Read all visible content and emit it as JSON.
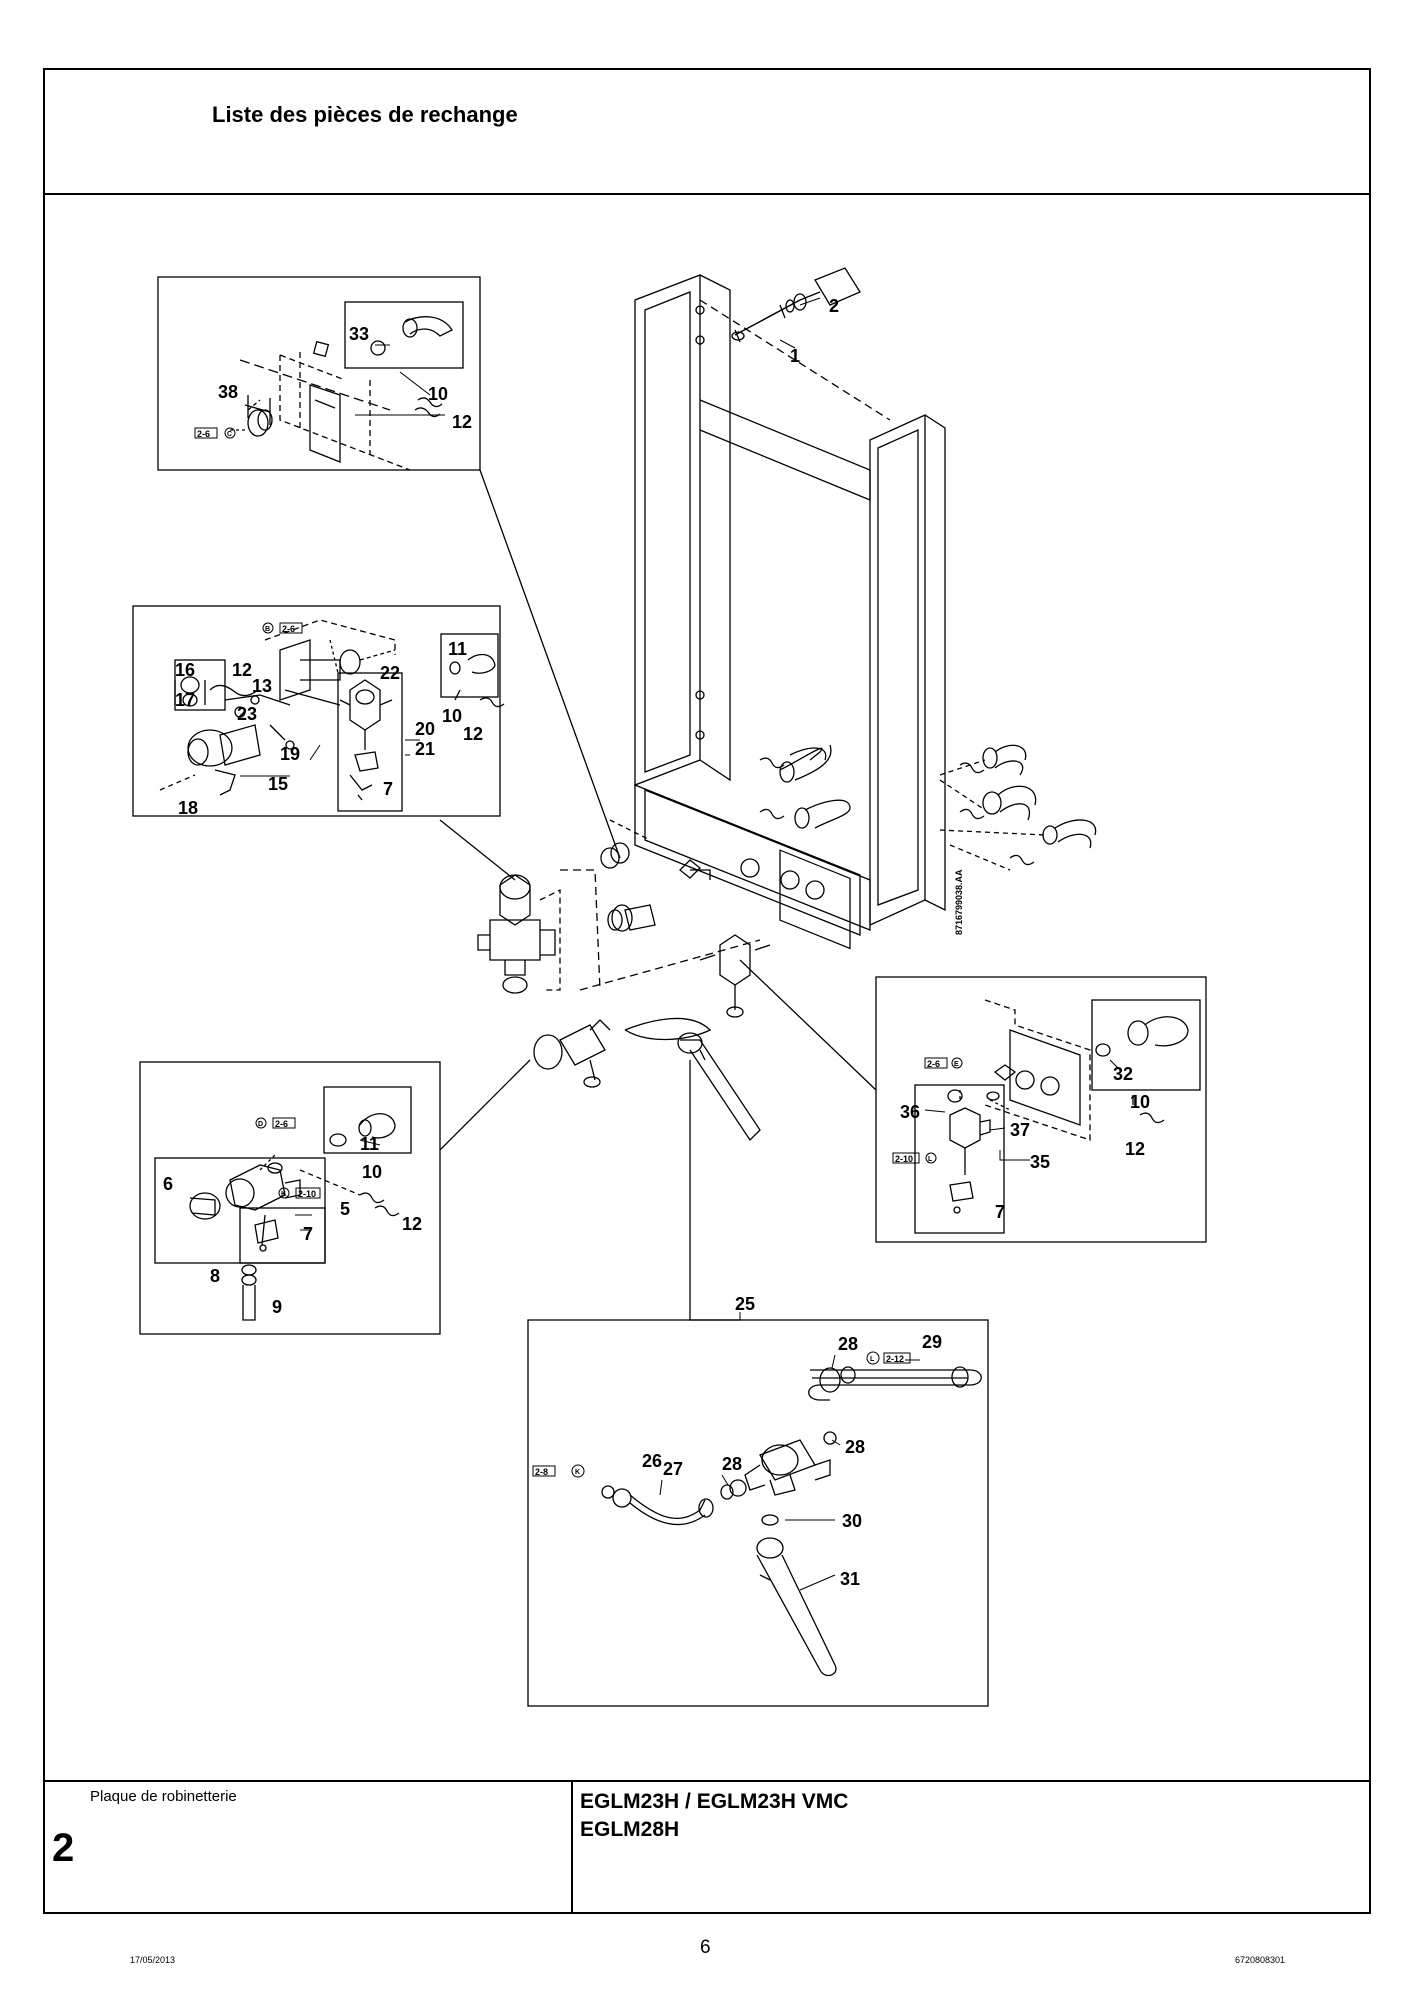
{
  "header": {
    "title": "Liste des pièces de rechange"
  },
  "footer_block": {
    "subtitle": "Plaque de robinetterie",
    "section_number": "2",
    "models_line1": "EGLM23H / EGLM23H VMC",
    "models_line2": "EGLM28H"
  },
  "page_footer": {
    "date": "17/05/2013",
    "page_number": "6",
    "doc_number": "6720808301"
  },
  "diagram": {
    "drawing_code": "8716799038.AA",
    "tags": [
      "2-6",
      "C",
      "B",
      "2-6",
      "D",
      "2-6",
      "K",
      "2-10",
      "2-6",
      "E",
      "2-10",
      "L",
      "L",
      "2-12",
      "2-8",
      "K"
    ],
    "part_labels": [
      "1",
      "2",
      "33",
      "10",
      "12",
      "38",
      "16",
      "12",
      "13",
      "17",
      "23",
      "22",
      "11",
      "10",
      "12",
      "19",
      "20",
      "21",
      "15",
      "18",
      "7",
      "11",
      "10",
      "6",
      "5",
      "12",
      "7",
      "8",
      "9",
      "32",
      "10",
      "36",
      "37",
      "35",
      "12",
      "7",
      "25",
      "28",
      "29",
      "28",
      "26",
      "27",
      "28",
      "30",
      "31"
    ]
  }
}
